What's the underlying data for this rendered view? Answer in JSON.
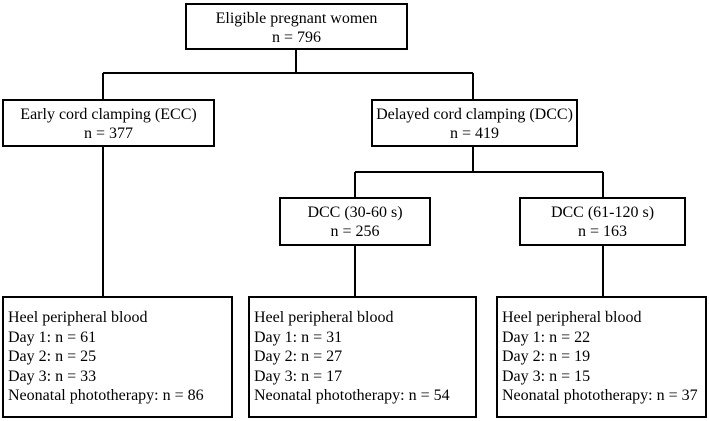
{
  "root": {
    "title": "Eligible pregnant women",
    "count": "n = 796"
  },
  "ecc": {
    "title": "Early cord clamping (ECC)",
    "count": "n = 377"
  },
  "dcc": {
    "title": "Delayed cord clamping (DCC)",
    "count": "n = 419"
  },
  "dcc_30_60": {
    "title": "DCC (30-60 s)",
    "count": "n = 256"
  },
  "dcc_61_120": {
    "title": "DCC (61-120 s)",
    "count": "n = 163"
  },
  "ecc_outcomes": {
    "heading": "Heel peripheral blood",
    "day1": "Day 1: n = 61",
    "day2": "Day 2: n = 25",
    "day3": "Day 3: n = 33",
    "phototherapy": "Neonatal phototherapy: n = 86"
  },
  "dcc_30_60_outcomes": {
    "heading": "Heel peripheral blood",
    "day1": "Day 1: n = 31",
    "day2": "Day 2: n = 27",
    "day3": "Day 3: n = 17",
    "phototherapy": "Neonatal phototherapy: n = 54"
  },
  "dcc_61_120_outcomes": {
    "heading": "Heel peripheral blood",
    "day1": "Day 1: n = 22",
    "day2": "Day 2: n = 19",
    "day3": "Day 3: n = 15",
    "phototherapy": "Neonatal phototherapy: n = 37"
  }
}
